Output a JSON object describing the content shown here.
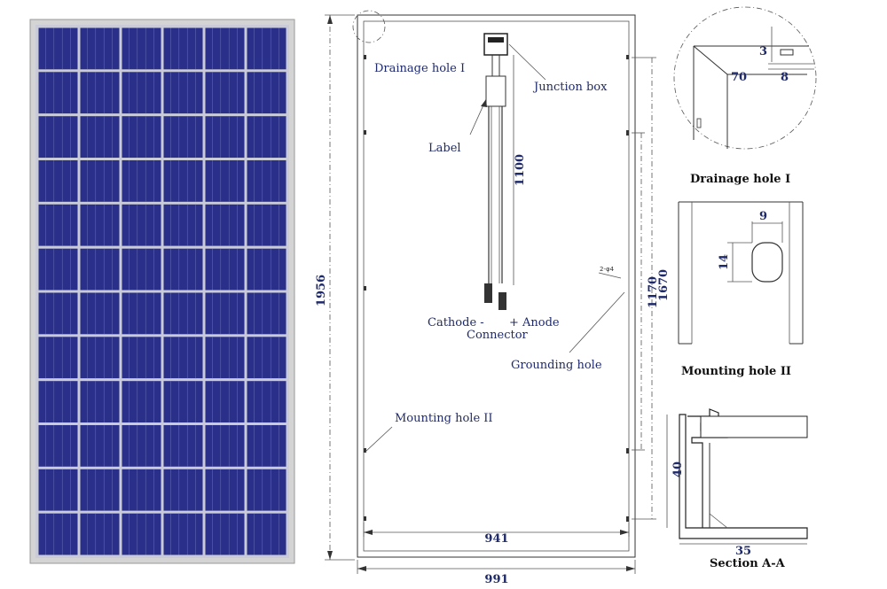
{
  "panel": {
    "rows": 12,
    "cols": 6,
    "cell_color": "#2a2f8a",
    "gap_color": "#c9cbd8",
    "frame_color": "#b8b8b8"
  },
  "callouts": {
    "drainage_hole": "Drainage hole I",
    "junction_box": "Junction box",
    "label": "Label",
    "cathode": "Cathode -",
    "anode": "+ Anode",
    "connector": "Connector",
    "grounding_hole": "Grounding hole",
    "mounting_hole": "Mounting hole II"
  },
  "dimensions": {
    "height": "1956",
    "width": "991",
    "inner_width": "941",
    "cable": "1100",
    "mount_spacing": "1170",
    "hole_spacing": "1670",
    "drain_70": "70",
    "drain_8": "8",
    "drain_3": "3",
    "mount_9": "9",
    "mount_14": "14",
    "section_40": "40",
    "section_35": "35"
  },
  "details": {
    "drainage_title": "Drainage hole I",
    "mounting_title": "Mounting hole II",
    "section_title": "Section A-A"
  },
  "colors": {
    "label_blue": "#1f2a6b"
  }
}
